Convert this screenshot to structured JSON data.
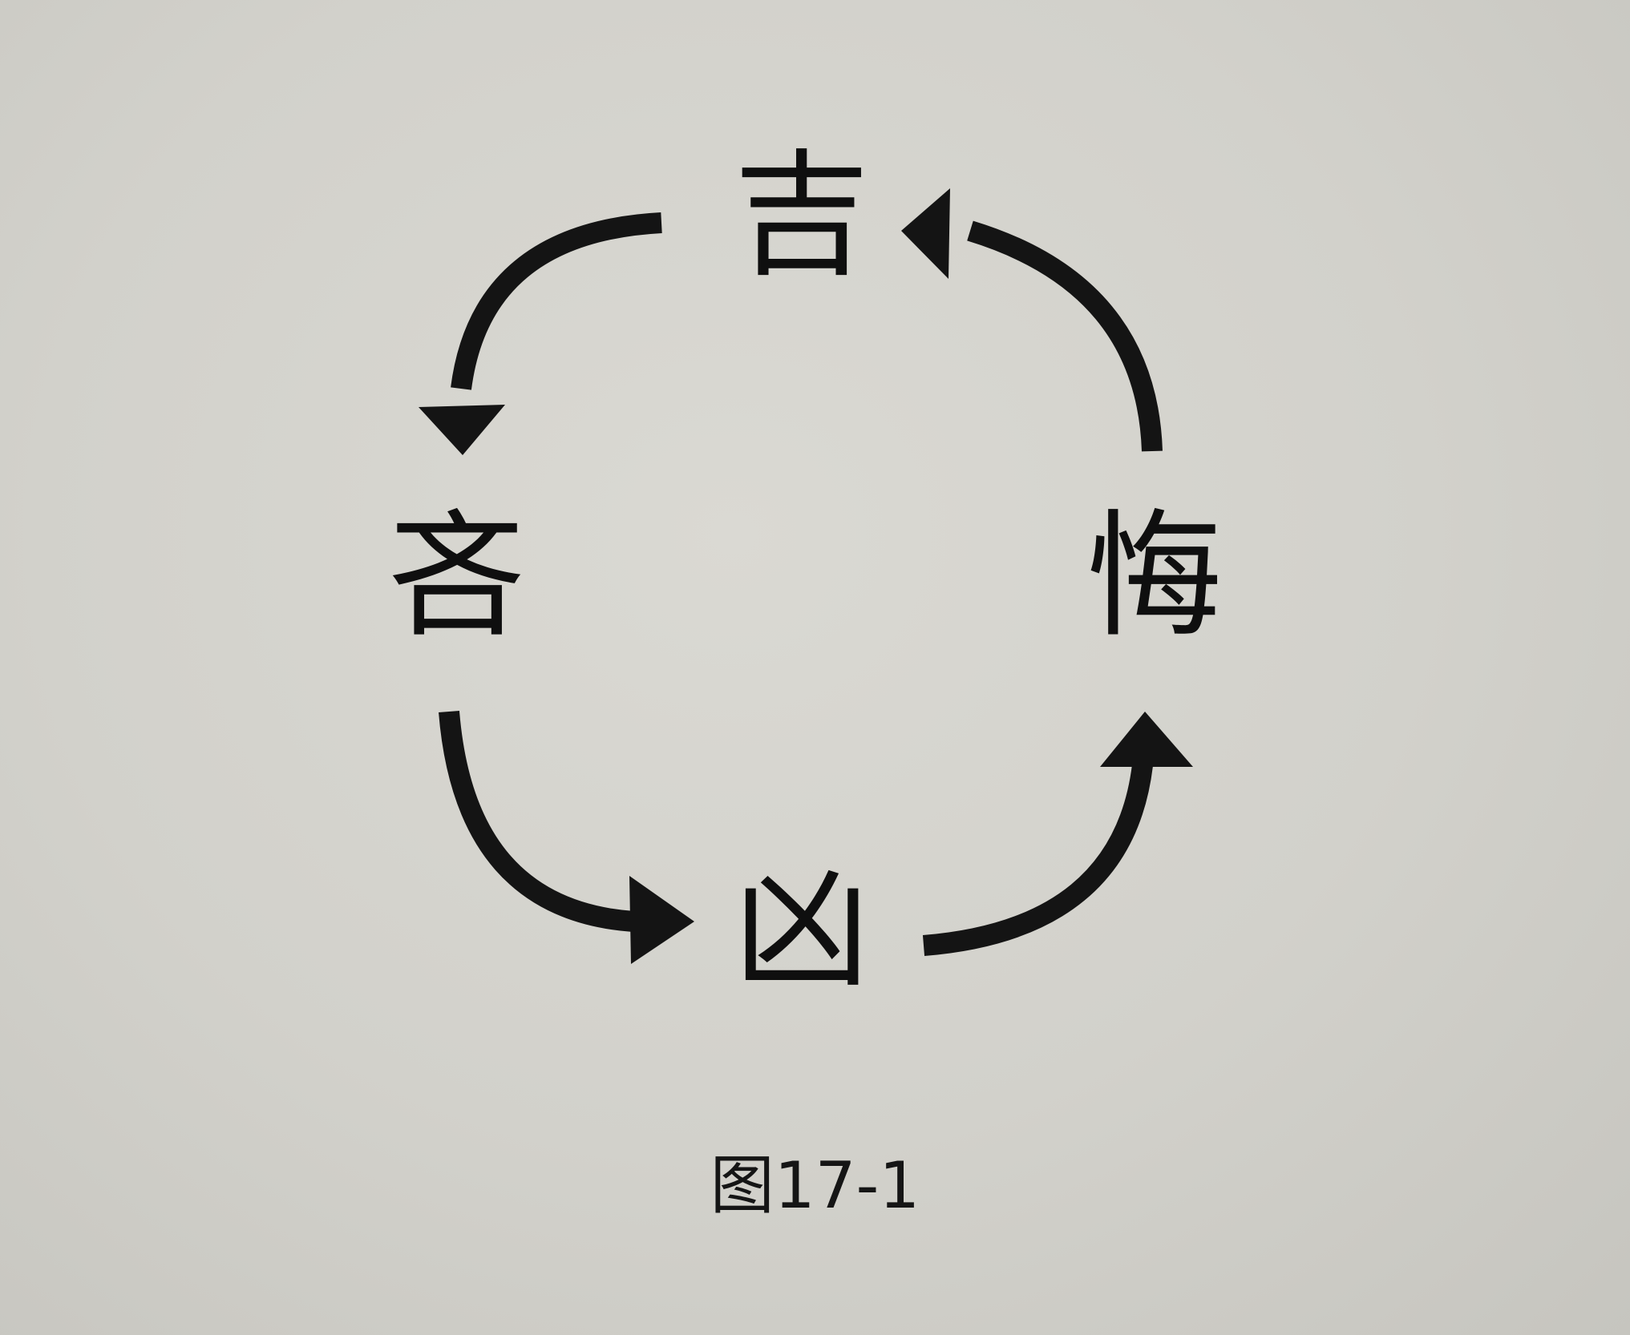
{
  "diagram": {
    "nodes": {
      "top": "吉",
      "left": "吝",
      "right": "悔",
      "bottom": "凶"
    },
    "cycle": [
      "吉",
      "吝",
      "凶",
      "悔"
    ],
    "caption": "图17-1"
  }
}
